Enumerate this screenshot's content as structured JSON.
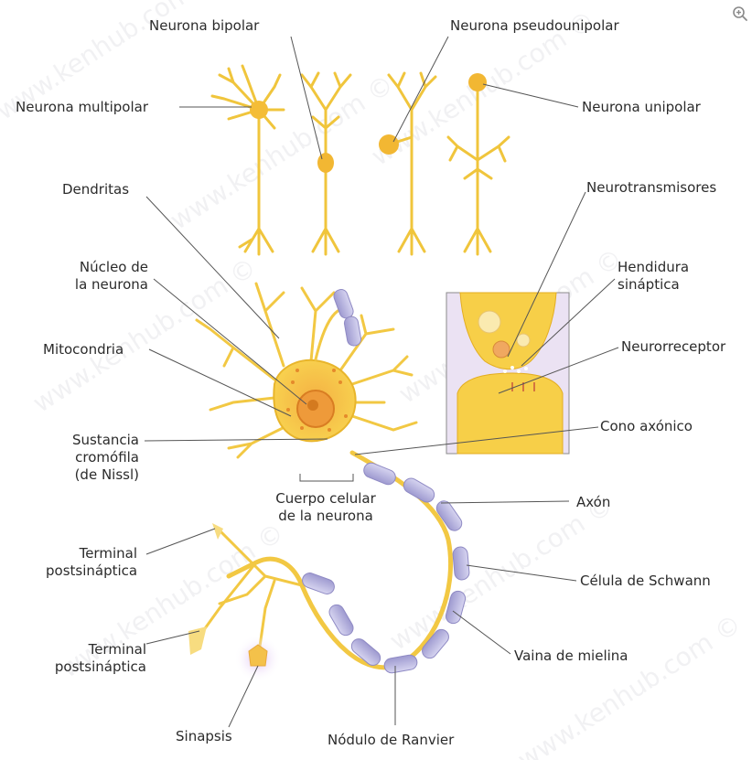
{
  "labels": {
    "bipolar": "Neurona bipolar",
    "pseudounipolar": "Neurona pseudounipolar",
    "multipolar": "Neurona multipolar",
    "unipolar": "Neurona unipolar",
    "dendritas": "Dendritas",
    "neurotransmisores": "Neurotransmisores",
    "nucleo": "Núcleo de\nla neurona",
    "hendidura": "Hendidura\nsináptica",
    "mitocondria": "Mitocondria",
    "neurorreceptor": "Neurorreceptor",
    "cono": "Cono axónico",
    "sustancia": "Sustancia\ncromófila\n(de Nissl)",
    "cuerpo": "Cuerpo celular\nde la neurona",
    "axon": "Axón",
    "terminal1": "Terminal\npostsináptica",
    "schwann": "Célula de Schwann",
    "terminal2": "Terminal\npostsináptica",
    "vaina": "Vaina de mielina",
    "sinapsis": "Sinapsis",
    "nodulo": "Nódulo de Ranvier"
  },
  "watermark": "www.kenhub.com ©",
  "icons": {
    "zoom": "zoom-icon"
  },
  "colors": {
    "neuron": "#f7cf48",
    "neuron_stroke": "#e3ad20",
    "nucleus": "#f0a137",
    "myelin": "#b3b0dc",
    "inset_bg": "#e8e0f3",
    "leader": "#555555"
  }
}
